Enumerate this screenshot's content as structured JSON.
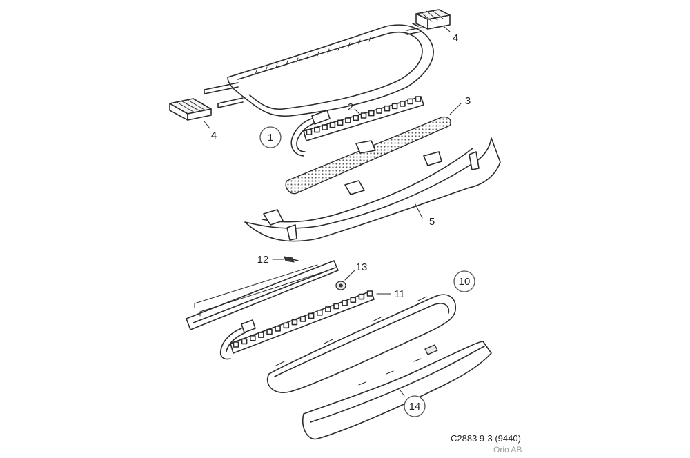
{
  "callouts": {
    "c1": "1",
    "c2": "2",
    "c3": "3",
    "c4a": "4",
    "c4b": "4",
    "c5": "5",
    "c10": "10",
    "c11": "11",
    "c12": "12",
    "c13": "13",
    "c14": "14"
  },
  "caption": {
    "code": "C2883 9-3 (9440)",
    "company": "Orio AB"
  }
}
